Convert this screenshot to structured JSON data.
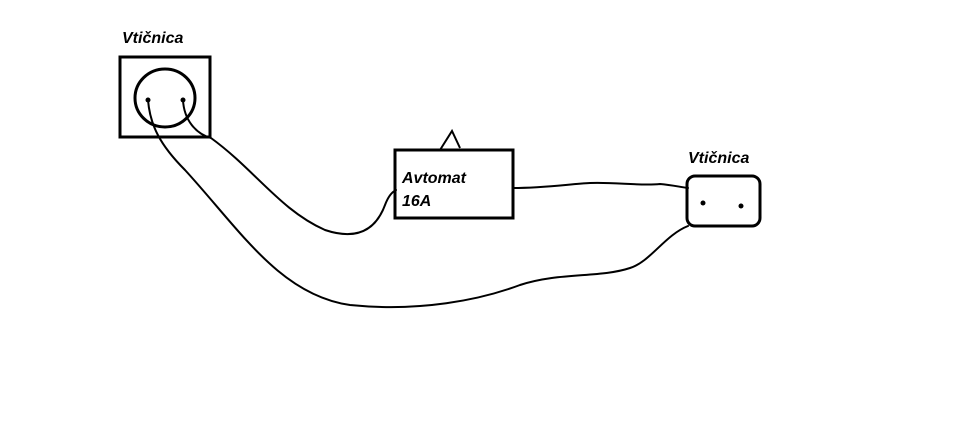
{
  "labels": {
    "left_socket": "Vtičnica",
    "right_socket": "Vtičnica",
    "breaker_line1": "Avtomat",
    "breaker_line2": "16A"
  },
  "colors": {
    "ink": "#000000",
    "background": "#ffffff"
  }
}
